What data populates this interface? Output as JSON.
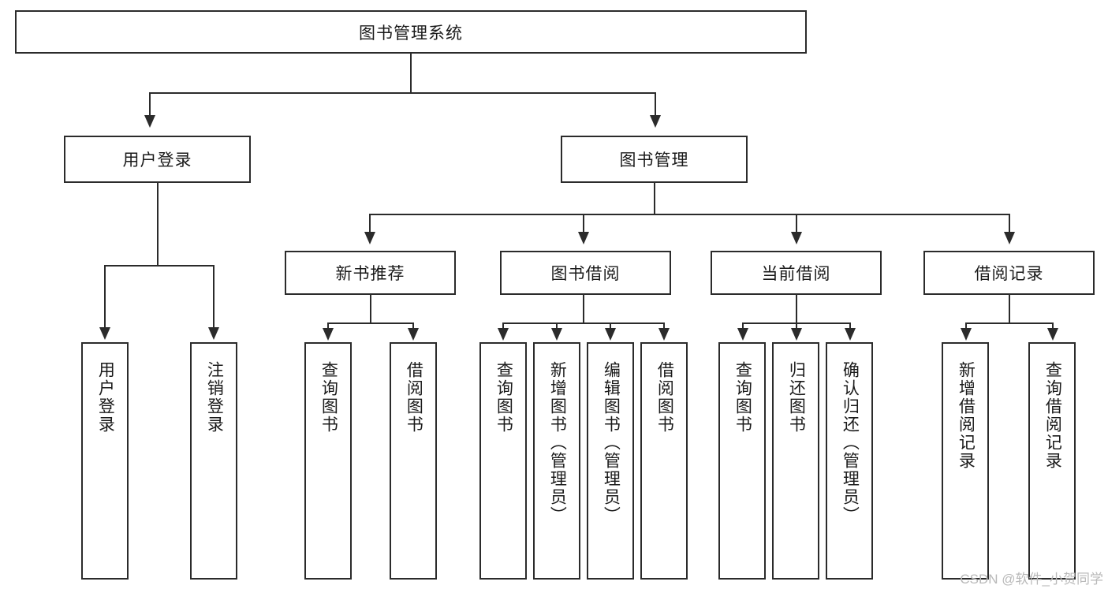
{
  "diagram": {
    "title": "图书管理系统",
    "type": "tree-hierarchy",
    "root": {
      "label": "图书管理系统"
    },
    "level1": [
      {
        "label": "用户登录"
      },
      {
        "label": "图书管理"
      }
    ],
    "level2": [
      {
        "label": "新书推荐",
        "parent": "图书管理"
      },
      {
        "label": "图书借阅",
        "parent": "图书管理"
      },
      {
        "label": "当前借阅",
        "parent": "图书管理"
      },
      {
        "label": "借阅记录",
        "parent": "图书管理"
      }
    ],
    "leaves": [
      {
        "label": "用户登录",
        "parent": "用户登录"
      },
      {
        "label": "注销登录",
        "parent": "用户登录"
      },
      {
        "label": "查询图书",
        "parent": "新书推荐"
      },
      {
        "label": "借阅图书",
        "parent": "新书推荐"
      },
      {
        "label": "查询图书",
        "parent": "图书借阅"
      },
      {
        "label": "新增图书（管理员）",
        "parent": "图书借阅"
      },
      {
        "label": "编辑图书（管理员）",
        "parent": "图书借阅"
      },
      {
        "label": "借阅图书",
        "parent": "图书借阅"
      },
      {
        "label": "查询图书",
        "parent": "当前借阅"
      },
      {
        "label": "归还图书",
        "parent": "当前借阅"
      },
      {
        "label": "确认归还（管理员）",
        "parent": "当前借阅"
      },
      {
        "label": "新增借阅记录",
        "parent": "借阅记录"
      },
      {
        "label": "查询借阅记录",
        "parent": "借阅记录"
      }
    ]
  },
  "watermark": {
    "text": "CSDN @软件_小贺同学"
  },
  "colors": {
    "stroke": "#2b2b2b",
    "background": "#ffffff",
    "text": "#1a1a1a",
    "watermark": "#b9b9b9"
  }
}
